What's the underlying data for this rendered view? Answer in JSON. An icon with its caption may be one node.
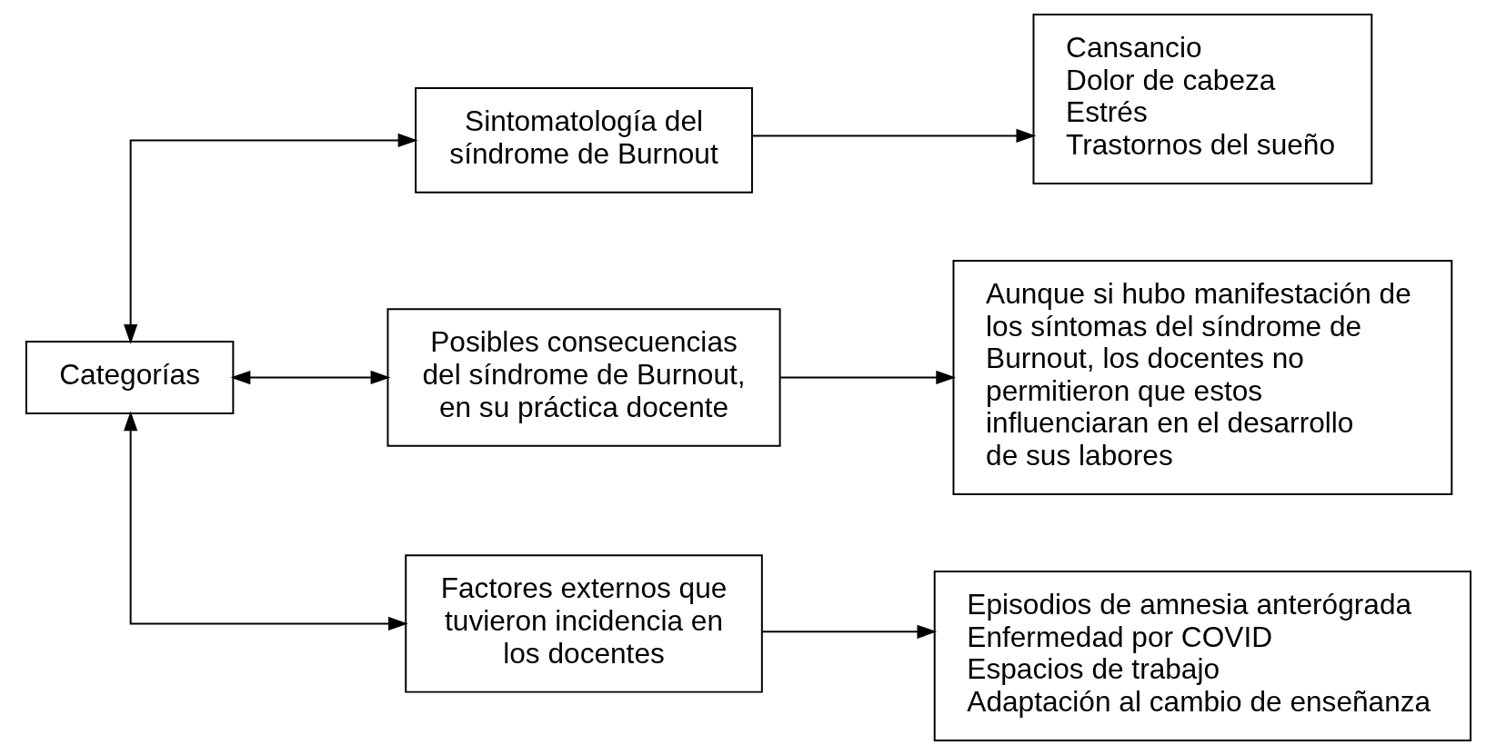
{
  "diagram": {
    "nodes": [
      {
        "text": [
          "Categorías"
        ]
      },
      {
        "text": [
          "Sintomatología del síndrome de Burnout"
        ]
      },
      {
        "text": [
          "Posibles consecuencias del síndrome de Burnout, en su práctica docente"
        ]
      },
      {
        "text": [
          "Factores externos que tuvieron incidencia en los docentes"
        ]
      },
      {
        "text": [
          "Cansancio",
          "Dolor de cabeza",
          "Estrés",
          "Trastornos del sueño"
        ]
      },
      {
        "text": [
          "Aunque si hubo manifestación de los síntomas del síndrome de Burnout, los docentes no permitieron que estos influenciaran en el desarrollo de sus labores"
        ]
      },
      {
        "text": [
          "Episodios de amnesia anterógrada",
          "Enfermedad por COVID",
          "Espacios de trabajo",
          "Adaptación al cambio de enseñanza"
        ]
      }
    ],
    "edges": [
      {
        "from": 0,
        "to": 1,
        "arrow": "both"
      },
      {
        "from": 0,
        "to": 2,
        "arrow": "both"
      },
      {
        "from": 0,
        "to": 3,
        "arrow": "both"
      },
      {
        "from": 1,
        "to": 4,
        "arrow": "to"
      },
      {
        "from": 2,
        "to": 5,
        "arrow": "to"
      },
      {
        "from": 3,
        "to": 6,
        "arrow": "to"
      }
    ]
  }
}
